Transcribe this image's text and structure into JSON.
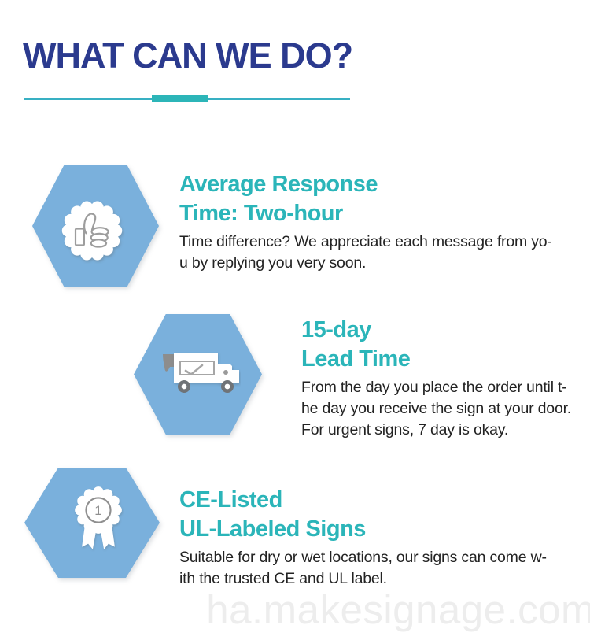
{
  "header": {
    "title": "WHAT CAN WE DO?"
  },
  "colors": {
    "title_navy": "#2b3a8e",
    "accent_teal": "#2bb5b9",
    "divider_teal": "#38b0c3",
    "hexagon_blue": "#7ab0dc",
    "body_text": "#232323",
    "icon_stroke_gray": "#9d9d9d",
    "watermark_gray": "#ededed"
  },
  "sections": [
    {
      "name": "average-response-time",
      "icon": "thumbs-up-badge-icon",
      "heading_lines": [
        "Average Response",
        "Time: Two-hour"
      ],
      "body_lines": [
        "Time difference? We appreciate each message from yo-",
        "u by replying you very soon."
      ]
    },
    {
      "name": "lead-time",
      "icon": "delivery-truck-icon",
      "heading_lines": [
        "15-day",
        "Lead Time"
      ],
      "body_lines": [
        "From the day you place the order until t-",
        "he day you receive the sign at your door.",
        "For urgent signs, 7 day is okay."
      ]
    },
    {
      "name": "certifications",
      "icon": "award-medal-icon",
      "icon_label": "1",
      "heading_lines": [
        "CE-Listed",
        "UL-Labeled Signs"
      ],
      "body_lines": [
        "Suitable for dry or wet locations, our signs can come w-",
        "ith the trusted CE and UL label."
      ]
    }
  ],
  "watermark": {
    "text": "ha.makesignage.com"
  }
}
